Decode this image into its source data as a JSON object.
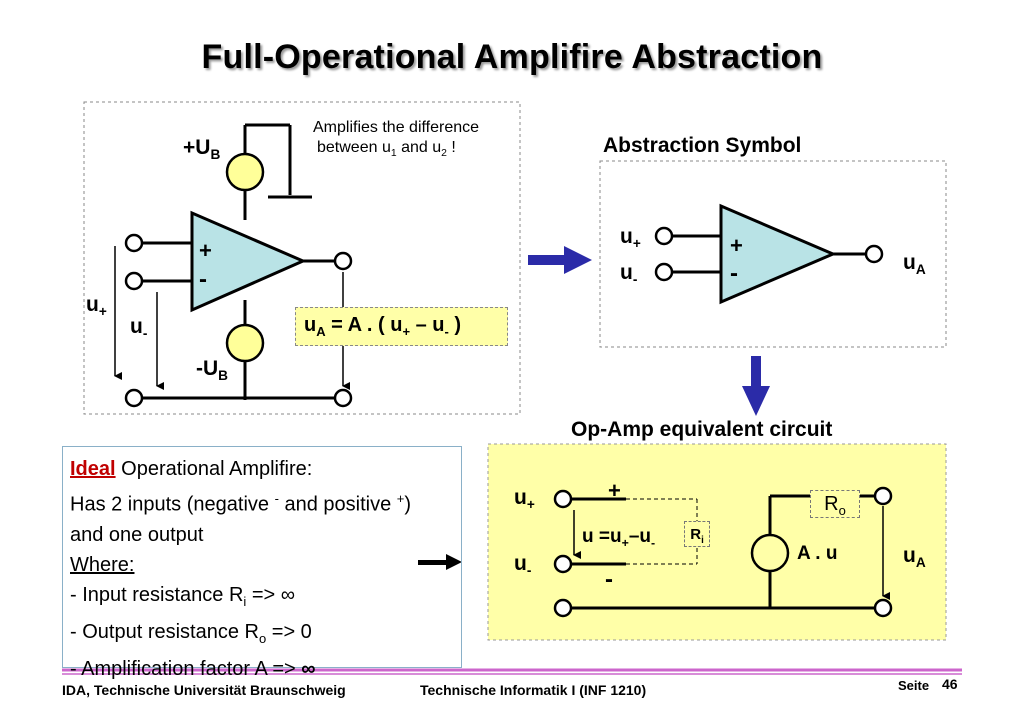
{
  "title": "Full-Operational Amplifire Abstraction",
  "left_circuit": {
    "supply_pos": "+U",
    "supply_pos_sub": "B",
    "supply_neg": "-U",
    "supply_neg_sub": "B",
    "note_line1": "Amplifies the difference",
    "note_line2_a": "between u",
    "note_line2_b": "1",
    "note_line2_c": " and u",
    "note_line2_d": "2",
    "note_line2_e": "  !",
    "plus": "+",
    "minus": "-",
    "u_plus": "u",
    "u_plus_sub": "+",
    "u_minus": "u",
    "u_minus_sub": "-",
    "formula": {
      "a": "u",
      "a_sub": "A",
      "b": " = A . ( u",
      "b_sub": "+",
      "c": " – u",
      "c_sub": "-",
      "d": " )"
    }
  },
  "abstraction": {
    "heading": "Abstraction Symbol",
    "u_plus": "u",
    "u_plus_sub": "+",
    "u_minus": "u",
    "u_minus_sub": "-",
    "plus": "+",
    "minus": "-",
    "u_out": "u",
    "u_out_sub": "A"
  },
  "equivalent": {
    "heading": "Op-Amp equivalent circuit",
    "u_plus": "u",
    "u_plus_sub": "+",
    "u_minus": "u",
    "u_minus_sub": "-",
    "plus": "+",
    "minus": "-",
    "u_diff_a": "u =u",
    "u_diff_b": "+",
    "u_diff_c": "–u",
    "u_diff_d": "-",
    "ri": "R",
    "ri_sub": "i",
    "ro": "R",
    "ro_sub": "o",
    "source": "A . u",
    "u_out": "u",
    "u_out_sub": "A"
  },
  "ideal": {
    "line1_underlined": "Ideal",
    "line1_rest": " Operational Amplifire:",
    "line2_a": "Has 2 inputs (negative ",
    "line2_sup1": "-",
    "line2_b": " and positive ",
    "line2_sup2": "+",
    "line2_c": ")",
    "line3": "and one output",
    "line4": "Where:",
    "line5_a": "- Input resistance R",
    "line5_sub": "i",
    "line5_b": " => ∞",
    "line6_a": "- Output resistance R",
    "line6_sub": "o",
    "line6_b": " => 0",
    "line7_a": "- Amplification factor  A => ",
    "line7_b": "∞"
  },
  "footer": {
    "left": "IDA, Technische Universität Braunschweig",
    "center": "Technische Informatik I (INF 1210)",
    "page_label": "Seite",
    "page_number": "46"
  },
  "colors": {
    "opamp_fill": "#b9e3e6",
    "supply_fill": "#ffff99",
    "panel_yellow": "#ffffa8",
    "arrow_blue": "#2b2ba8",
    "footer_rule": "#cc66cc"
  }
}
